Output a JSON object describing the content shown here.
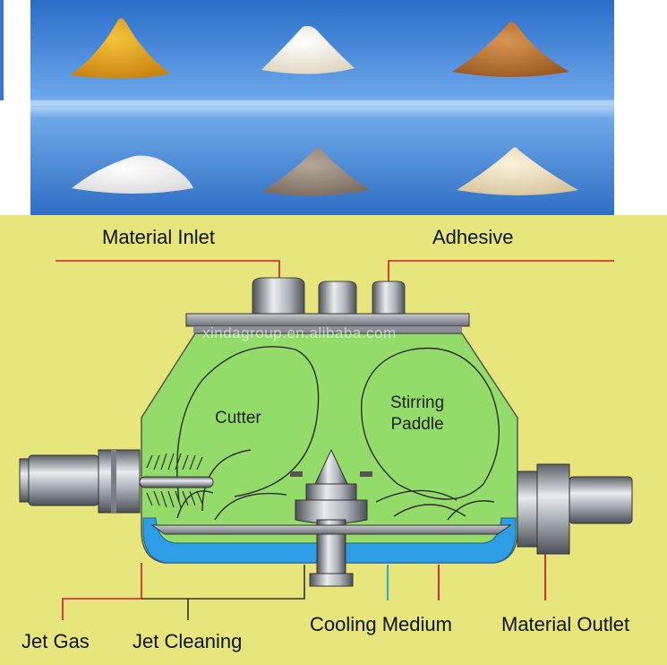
{
  "labels": {
    "material_inlet": "Material Inlet",
    "adhesive": "Adhesive",
    "cutter": "Cutter",
    "stirring_paddle_line1": "Stirring",
    "stirring_paddle_line2": "Paddle",
    "jet_gas": "Jet Gas",
    "jet_cleaning": "Jet Cleaning",
    "cooling_medium": "Cooling Medium",
    "material_outlet": "Material Outlet"
  },
  "watermark": "xindagroup.en.alibaba.com",
  "colors": {
    "background_panel": "#e6e67c",
    "vessel_fill": "#94dc6a",
    "cooling_jacket": "#2d9ee6",
    "leader_red": "#d8182a",
    "leader_cyan": "#1aa5d8",
    "photo_blue": "#3f80d0",
    "powder_colors": [
      "#e8a317",
      "#f3efe2",
      "#c47a3a",
      "#f6f4ee",
      "#9b8a7d",
      "#efe2c4"
    ]
  }
}
